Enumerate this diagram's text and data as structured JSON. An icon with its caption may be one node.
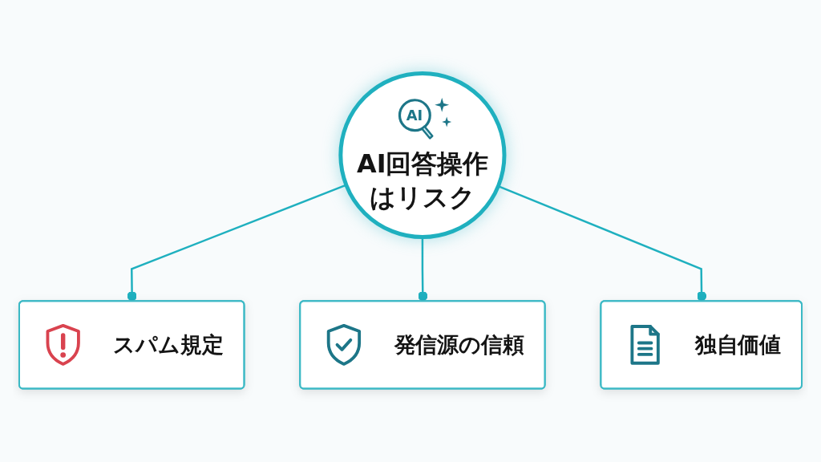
{
  "diagram": {
    "nodes": [
      {
        "text": [
          "AI",
          "AI回答操作はリスク"
        ]
      },
      {
        "text": [
          "スパム規定"
        ]
      },
      {
        "text": [
          "独自価値"
        ]
      },
      {
        "text": [
          "発信源の信頼"
        ]
      }
    ],
    "edges": [
      {
        "from": 0,
        "to": 1,
        "arrow": "other"
      },
      {
        "from": 0,
        "to": 3,
        "arrow": "other"
      },
      {
        "from": 0,
        "to": 2,
        "arrow": "other"
      }
    ]
  }
}
